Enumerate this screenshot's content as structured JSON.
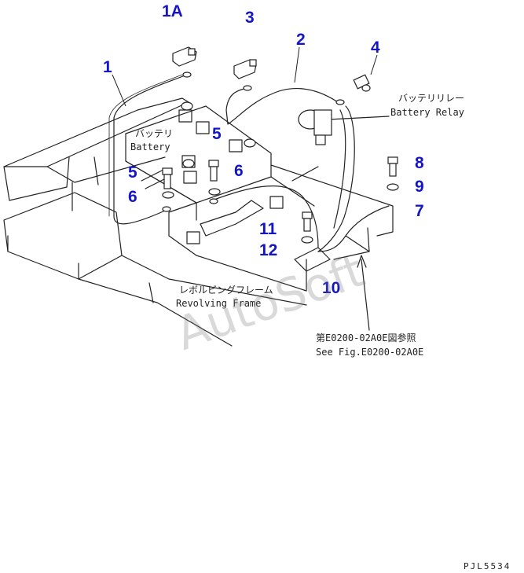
{
  "callouts": [
    "1A",
    "3",
    "2",
    "1",
    "4",
    "5",
    "5",
    "6",
    "6",
    "8",
    "9",
    "7",
    "11",
    "12",
    "10"
  ],
  "labels": {
    "battery_jp": "バッテリ",
    "battery_en": "Battery",
    "relay_jp": "バッテリリレー",
    "relay_en": "Battery Relay",
    "frame_jp": "レボルビングフレーム",
    "frame_en": "Revolving Frame",
    "ref_jp": "第E0200-02A0E図参照",
    "ref_en": "See Fig.E0200-02A0E"
  },
  "watermark": "AutoSoft",
  "drawing_code": "PJL5534"
}
